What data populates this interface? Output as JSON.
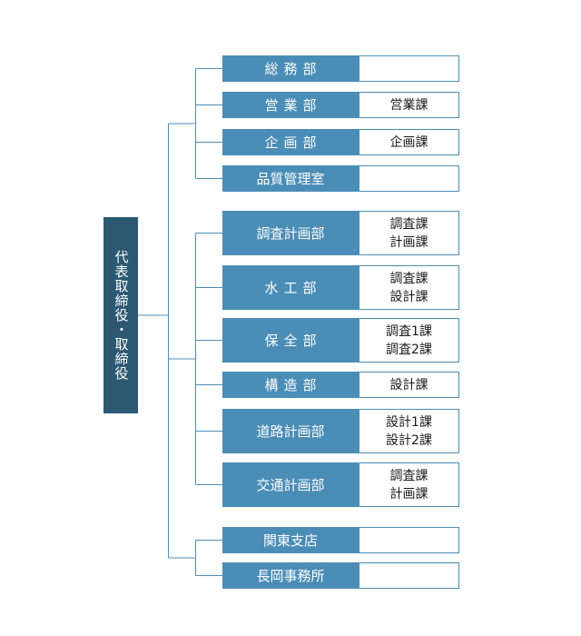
{
  "root": {
    "label": "代表取締役・取締役"
  },
  "groups": [
    {
      "departments": [
        {
          "name": "総務部",
          "subs": []
        },
        {
          "name": "営業部",
          "subs": [
            "営業課"
          ]
        },
        {
          "name": "企画部",
          "subs": [
            "企画課"
          ]
        },
        {
          "name": "品質管理室",
          "subs": []
        }
      ]
    },
    {
      "departments": [
        {
          "name": "調査計画部",
          "subs": [
            "調査課",
            "計画課"
          ]
        },
        {
          "name": "水工部",
          "subs": [
            "調査課",
            "設計課"
          ]
        },
        {
          "name": "保全部",
          "subs": [
            "調査1課",
            "調査2課"
          ]
        },
        {
          "name": "構造部",
          "subs": [
            "設計課"
          ]
        },
        {
          "name": "道路計画部",
          "subs": [
            "設計1課",
            "設計2課"
          ]
        },
        {
          "name": "交通計画部",
          "subs": [
            "調査課",
            "計画課"
          ]
        }
      ]
    },
    {
      "departments": [
        {
          "name": "関東支店",
          "subs": []
        },
        {
          "name": "長岡事務所",
          "subs": []
        }
      ]
    }
  ],
  "colors": {
    "root_fill": "#2c5872",
    "dept_fill": "#4a8db7",
    "connector": "#4a8db7",
    "sub_border": "#4a8db7",
    "sub_text": "#1a1a1a"
  }
}
